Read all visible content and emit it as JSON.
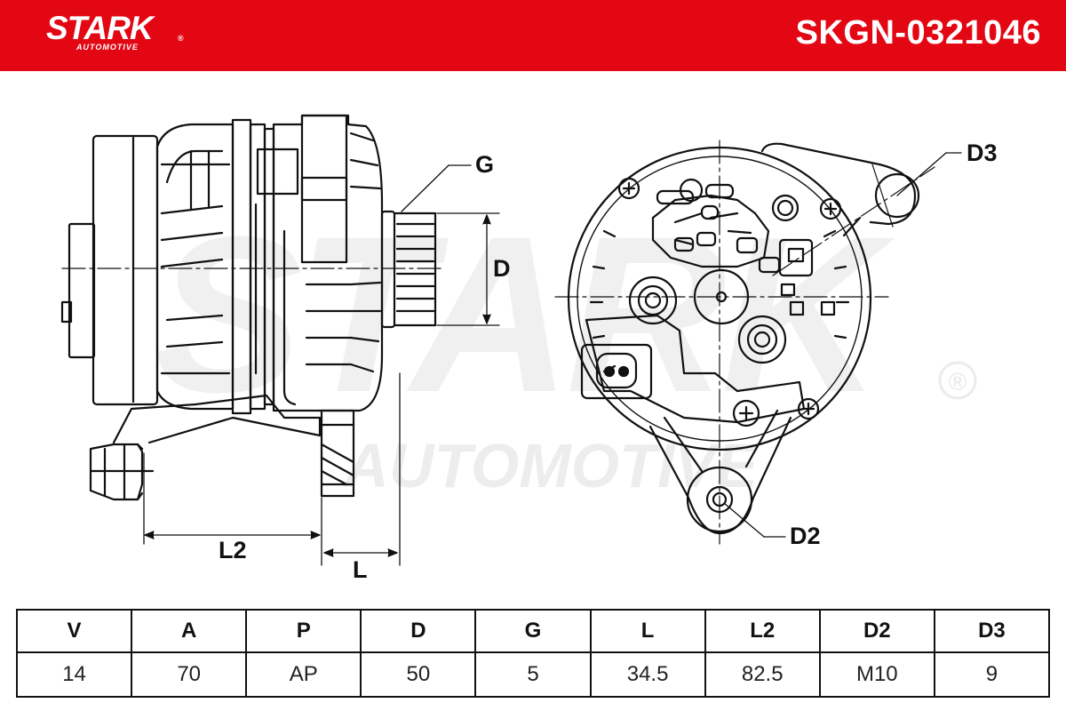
{
  "header": {
    "brand_name": "STARK",
    "brand_sub": "AUTOMOTIVE",
    "registered_mark": "®",
    "part_number": "SKGN-0321046",
    "background_color": "#e30613"
  },
  "watermark": {
    "line1": "STARK",
    "line2": "AUTOMOTIVE",
    "registered_mark": "®"
  },
  "dimension_labels": {
    "g": "G",
    "d": "D",
    "l2": "L2",
    "l": "L",
    "d2": "D2",
    "d3": "D3"
  },
  "spec_table": {
    "headers": [
      "V",
      "A",
      "P",
      "D",
      "G",
      "L",
      "L2",
      "D2",
      "D3"
    ],
    "values": [
      "14",
      "70",
      "AP",
      "50",
      "5",
      "34.5",
      "82.5",
      "M10",
      "9"
    ]
  }
}
